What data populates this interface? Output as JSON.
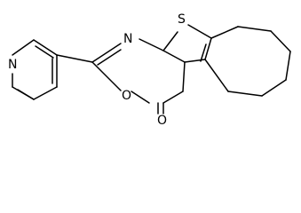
{
  "atoms": {
    "pyridine_n": "N",
    "ring_n": "N",
    "ring_s": "S",
    "ring_o": "O",
    "carbonyl_o": "O"
  },
  "colors": {
    "bond": "#000000",
    "label": "#000000",
    "background": "#ffffff"
  }
}
